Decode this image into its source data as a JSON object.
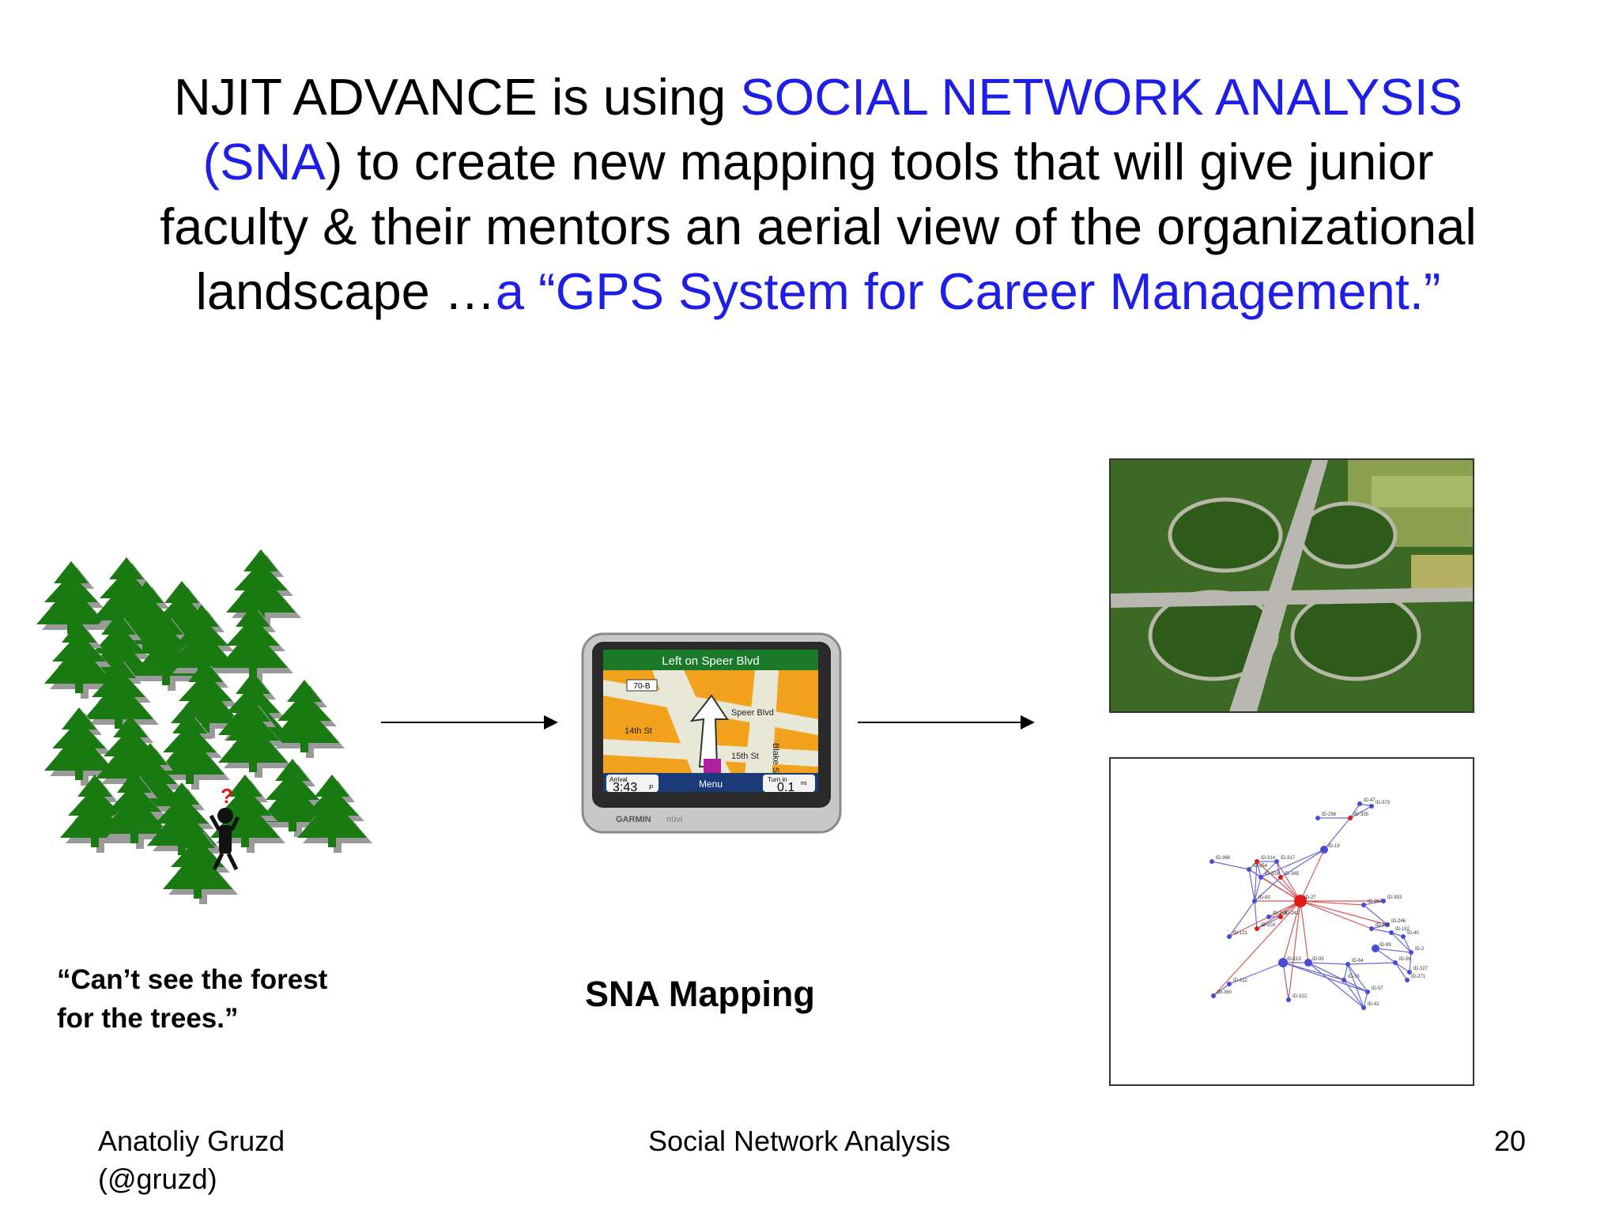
{
  "title": {
    "l1a": "NJIT ADVANCE is using ",
    "l1b": "SOCIAL NETWORK ANALYSIS",
    "l2a": "(SNA",
    "l2b": ") to create new mapping tools that will give junior",
    "l3": "faculty & their mentors an aerial view of the organizational",
    "l4a": "landscape …",
    "l4b": "a “GPS System for Career Management.”"
  },
  "forest": {
    "question_mark": "?"
  },
  "caption": {
    "line1": "“Can’t see the forest",
    "line2": "for the trees.”"
  },
  "gps": {
    "instruction": "Left on Speer Blvd",
    "shield": "70-B",
    "street_a": "14th St",
    "street_b": "Speer Blvd",
    "street_c": "15th St",
    "street_d": "Blake St",
    "arrival_label": "Arrival",
    "arrival_time": "3:43",
    "arrival_suffix": "P",
    "menu": "Menu",
    "turn_label": "Turn in",
    "turn_dist": "0.1",
    "turn_unit": "mi",
    "brand": "GARMIN",
    "model": "nüvi"
  },
  "sna_label": "SNA Mapping",
  "network_labels": [
    "ID-47",
    "ID-373",
    "ID-298",
    "ID-335",
    "ID-19",
    "ID-366",
    "ID-314",
    "ID-317",
    "ID-254",
    "ID-319",
    "ID-365",
    "ID-83",
    "ID-393",
    "ID-27",
    "ID-367",
    "ID-249",
    "ID-241",
    "ID-246",
    "ID-207",
    "ID-152",
    "ID-103",
    "ID-40",
    "ID-121",
    "ID-99",
    "ID-2",
    "ID-113",
    "ID-95",
    "ID-64",
    "ID-56",
    "ID-327",
    "ID-33",
    "ID-271",
    "ID-212",
    "ID-360",
    "ID-57",
    "ID-312",
    "ID-42"
  ],
  "footer": {
    "author_line1": "Anatoliy Gruzd",
    "author_line2": "(@gruzd)",
    "center": "Social Network Analysis",
    "page": "20"
  },
  "colors": {
    "highlight": "#1e1ee6",
    "tree": "#1a7a12",
    "node_blue": "#4a4ad8",
    "node_red": "#e01818"
  }
}
